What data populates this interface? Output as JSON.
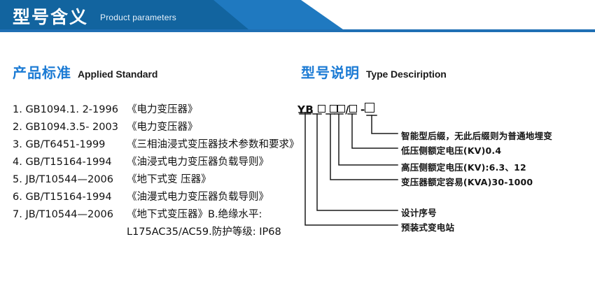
{
  "banner": {
    "title_cn": "型号含义",
    "title_en": "Product parameters",
    "dark_color": "#12649f",
    "light_color": "#1f79c0",
    "rule_color": "#1f6fb4"
  },
  "sections": {
    "left": {
      "title_cn": "产品标准",
      "title_en": "Applied Standard",
      "accent": "#1a7ad4"
    },
    "right": {
      "title_cn": "型号说明",
      "title_en": "Type Desciription",
      "accent": "#1a7ad4"
    }
  },
  "standards": [
    {
      "code": "1. GB1094.1. 2-1996",
      "name": "《电力变压器》"
    },
    {
      "code": "2. GB1094.3.5- 2003",
      "name": "《电力变压器》"
    },
    {
      "code": "3. GB/T6451-1999",
      "name": "《三相油浸式变压器技术参数和要求》"
    },
    {
      "code": "4. GB/T15164-1994",
      "name": "《油浸式电力变压器负载导则》"
    },
    {
      "code": "5. JB/T10544—2006",
      "name": "《地下式变 压器》"
    },
    {
      "code": "6. GB/T15164-1994",
      "name": "《油漫式电力变压器负载导则》"
    },
    {
      "code": "7. JB/T10544—2006",
      "name": "《地下式变压器》B.绝缘水平:"
    }
  ],
  "standards_continuation": "L175AC35/AC59.防护等级: IP68",
  "model_code": {
    "prefix": "YB",
    "separator_slash": "/",
    "separator_dash": "-",
    "slot_count": 5
  },
  "callouts": [
    {
      "id": "callout-intelligent-suffix",
      "text": "智能型后缀，无此后缀则为普通地埋变"
    },
    {
      "id": "callout-lv-rated-voltage",
      "text": "低压侧额定电压(KV)0.4"
    },
    {
      "id": "callout-hv-rated-voltage",
      "text": "高压侧额定电压(KV):6.3、12"
    },
    {
      "id": "callout-rated-capacity",
      "text": "变压器额定容易(KVA)30-1000"
    },
    {
      "id": "callout-design-serial",
      "text": "设计序号"
    },
    {
      "id": "callout-prefab-substation",
      "text": "预装式变电站"
    }
  ]
}
